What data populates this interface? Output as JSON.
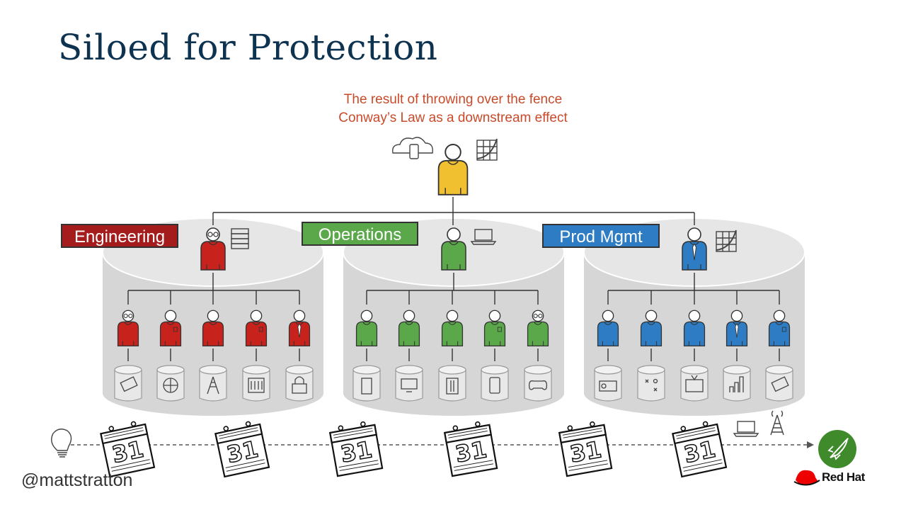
{
  "title": "Siloed for Protection",
  "subtitle": {
    "line1": "The result of throwing over the fence",
    "line2": "Conway’s Law as a downstream effect"
  },
  "departments": [
    {
      "id": "engineering",
      "label": "Engineering",
      "color": "#c8221c",
      "members": 5,
      "task_icons": [
        "money-icon",
        "network-icon",
        "antenna-icon",
        "panel-icon",
        "lock-icon"
      ]
    },
    {
      "id": "operations",
      "label": "Operations",
      "color": "#5aa84a",
      "members": 5,
      "task_icons": [
        "door-icon",
        "monitor-icon",
        "server-icon",
        "tablet-icon",
        "gamepad-icon"
      ]
    },
    {
      "id": "prod-mgmt",
      "label": "Prod Mgmt",
      "color": "#2e7dc4",
      "members": 5,
      "task_icons": [
        "register-icon",
        "strategy-icon",
        "tv-icon",
        "bar-chart-icon",
        "money-icon"
      ]
    }
  ],
  "executive": {
    "color": "#f0c030",
    "icons": [
      "cloud-devices-icon",
      "growth-chart-icon"
    ]
  },
  "timeline": {
    "start_icon": "lightbulb-icon",
    "calendar_day": "31",
    "calendar_count": 6,
    "end_icons": [
      "laptop-icon",
      "antenna-icon"
    ],
    "goal_icon": "rocket-icon"
  },
  "footer": {
    "handle": "@mattstratton",
    "brand": "Red Hat"
  }
}
